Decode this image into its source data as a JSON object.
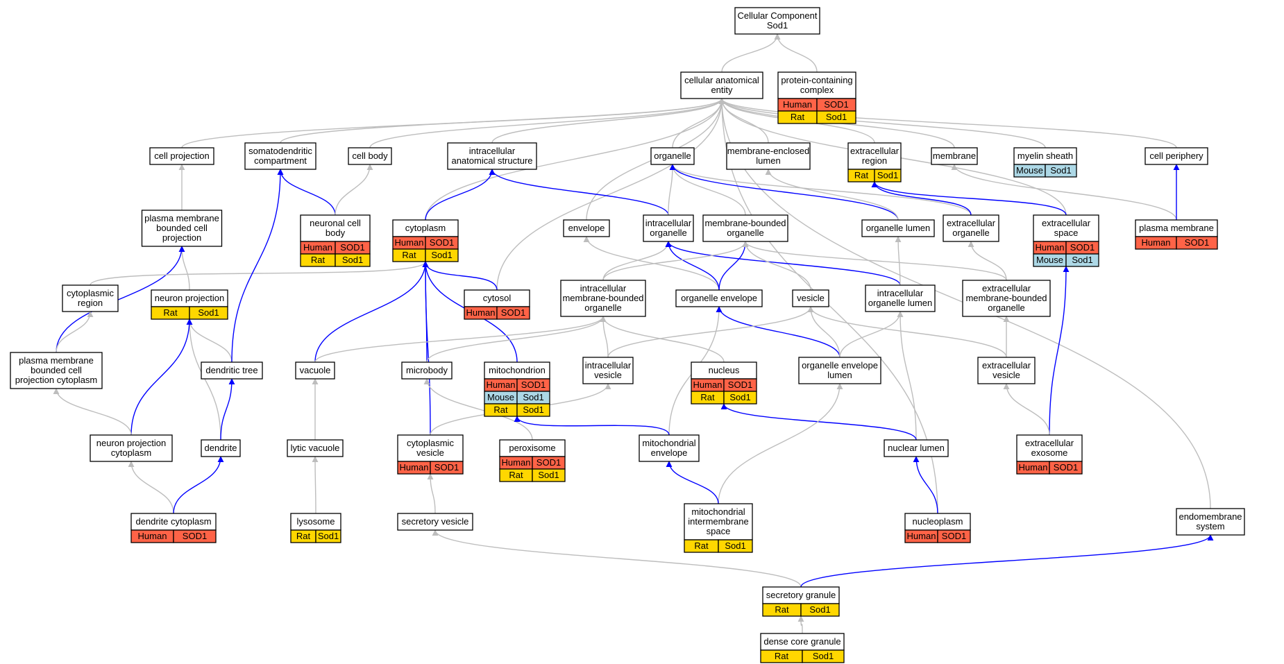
{
  "colors": {
    "Human": "#ff6347",
    "Rat": "#ffd700",
    "Mouse": "#add8e6",
    "edge_default": "#bdbdbd",
    "edge_highlight": "#0000ff"
  },
  "nodes": [
    {
      "id": "cc",
      "lines": [
        "Cellular Component",
        "Sod1"
      ],
      "annotations": []
    },
    {
      "id": "cae",
      "lines": [
        "cellular anatomical",
        "entity"
      ],
      "annotations": []
    },
    {
      "id": "pcc",
      "lines": [
        "protein-containing",
        "complex"
      ],
      "annotations": [
        {
          "species": "Human",
          "gene": "SOD1"
        },
        {
          "species": "Rat",
          "gene": "Sod1"
        }
      ]
    },
    {
      "id": "cellproj",
      "lines": [
        "cell projection"
      ],
      "annotations": []
    },
    {
      "id": "somato",
      "lines": [
        "somatodendritic",
        "compartment"
      ],
      "annotations": []
    },
    {
      "id": "cellbody",
      "lines": [
        "cell body"
      ],
      "annotations": []
    },
    {
      "id": "ias",
      "lines": [
        "intracellular",
        "anatomical structure"
      ],
      "annotations": []
    },
    {
      "id": "organelle",
      "lines": [
        "organelle"
      ],
      "annotations": []
    },
    {
      "id": "mel",
      "lines": [
        "membrane-enclosed",
        "lumen"
      ],
      "annotations": []
    },
    {
      "id": "extreg",
      "lines": [
        "extracellular",
        "region"
      ],
      "annotations": [
        {
          "species": "Rat",
          "gene": "Sod1"
        }
      ]
    },
    {
      "id": "membrane",
      "lines": [
        "membrane"
      ],
      "annotations": []
    },
    {
      "id": "myelin",
      "lines": [
        "myelin sheath"
      ],
      "annotations": [
        {
          "species": "Mouse",
          "gene": "Sod1"
        }
      ]
    },
    {
      "id": "cellperiph",
      "lines": [
        "cell periphery"
      ],
      "annotations": []
    },
    {
      "id": "pmbcp",
      "lines": [
        "plasma membrane",
        "bounded cell",
        "projection"
      ],
      "annotations": []
    },
    {
      "id": "ncb",
      "lines": [
        "neuronal cell",
        "body"
      ],
      "annotations": [
        {
          "species": "Human",
          "gene": "SOD1"
        },
        {
          "species": "Rat",
          "gene": "Sod1"
        }
      ]
    },
    {
      "id": "cytoplasm",
      "lines": [
        "cytoplasm"
      ],
      "annotations": [
        {
          "species": "Human",
          "gene": "SOD1"
        },
        {
          "species": "Rat",
          "gene": "Sod1"
        }
      ]
    },
    {
      "id": "envelope",
      "lines": [
        "envelope"
      ],
      "annotations": []
    },
    {
      "id": "io",
      "lines": [
        "intracellular",
        "organelle"
      ],
      "annotations": []
    },
    {
      "id": "mbo",
      "lines": [
        "membrane-bounded",
        "organelle"
      ],
      "annotations": []
    },
    {
      "id": "orglumen",
      "lines": [
        "organelle lumen"
      ],
      "annotations": []
    },
    {
      "id": "extorg",
      "lines": [
        "extracellular",
        "organelle"
      ],
      "annotations": []
    },
    {
      "id": "extspace",
      "lines": [
        "extracellular",
        "space"
      ],
      "annotations": [
        {
          "species": "Human",
          "gene": "SOD1"
        },
        {
          "species": "Mouse",
          "gene": "Sod1"
        }
      ]
    },
    {
      "id": "pm",
      "lines": [
        "plasma membrane"
      ],
      "annotations": [
        {
          "species": "Human",
          "gene": "SOD1"
        }
      ]
    },
    {
      "id": "cytoreg",
      "lines": [
        "cytoplasmic",
        "region"
      ],
      "annotations": []
    },
    {
      "id": "neuproj",
      "lines": [
        "neuron projection"
      ],
      "annotations": [
        {
          "species": "Rat",
          "gene": "Sod1"
        }
      ]
    },
    {
      "id": "cytosol",
      "lines": [
        "cytosol"
      ],
      "annotations": [
        {
          "species": "Human",
          "gene": "SOD1"
        }
      ]
    },
    {
      "id": "imbo",
      "lines": [
        "intracellular",
        "membrane-bounded",
        "organelle"
      ],
      "annotations": []
    },
    {
      "id": "orgenv",
      "lines": [
        "organelle envelope"
      ],
      "annotations": []
    },
    {
      "id": "vesicle",
      "lines": [
        "vesicle"
      ],
      "annotations": []
    },
    {
      "id": "iol",
      "lines": [
        "intracellular",
        "organelle lumen"
      ],
      "annotations": []
    },
    {
      "id": "embo",
      "lines": [
        "extracellular",
        "membrane-bounded",
        "organelle"
      ],
      "annotations": []
    },
    {
      "id": "pmbcpc",
      "lines": [
        "plasma membrane",
        "bounded cell",
        "projection cytoplasm"
      ],
      "annotations": []
    },
    {
      "id": "dtree",
      "lines": [
        "dendritic tree"
      ],
      "annotations": []
    },
    {
      "id": "vacuole",
      "lines": [
        "vacuole"
      ],
      "annotations": []
    },
    {
      "id": "microbody",
      "lines": [
        "microbody"
      ],
      "annotations": []
    },
    {
      "id": "mito",
      "lines": [
        "mitochondrion"
      ],
      "annotations": [
        {
          "species": "Human",
          "gene": "SOD1"
        },
        {
          "species": "Mouse",
          "gene": "Sod1"
        },
        {
          "species": "Rat",
          "gene": "Sod1"
        }
      ]
    },
    {
      "id": "ivesicle",
      "lines": [
        "intracellular",
        "vesicle"
      ],
      "annotations": []
    },
    {
      "id": "nucleus",
      "lines": [
        "nucleus"
      ],
      "annotations": [
        {
          "species": "Human",
          "gene": "SOD1"
        },
        {
          "species": "Rat",
          "gene": "Sod1"
        }
      ]
    },
    {
      "id": "oel",
      "lines": [
        "organelle envelope",
        "lumen"
      ],
      "annotations": []
    },
    {
      "id": "extves",
      "lines": [
        "extracellular",
        "vesicle"
      ],
      "annotations": []
    },
    {
      "id": "npc",
      "lines": [
        "neuron projection",
        "cytoplasm"
      ],
      "annotations": []
    },
    {
      "id": "dendrite",
      "lines": [
        "dendrite"
      ],
      "annotations": []
    },
    {
      "id": "lytvac",
      "lines": [
        "lytic vacuole"
      ],
      "annotations": []
    },
    {
      "id": "cytoves",
      "lines": [
        "cytoplasmic",
        "vesicle"
      ],
      "annotations": [
        {
          "species": "Human",
          "gene": "SOD1"
        }
      ]
    },
    {
      "id": "perox",
      "lines": [
        "peroxisome"
      ],
      "annotations": [
        {
          "species": "Human",
          "gene": "SOD1"
        },
        {
          "species": "Rat",
          "gene": "Sod1"
        }
      ]
    },
    {
      "id": "mitoenv",
      "lines": [
        "mitochondrial",
        "envelope"
      ],
      "annotations": []
    },
    {
      "id": "nuclumen",
      "lines": [
        "nuclear lumen"
      ],
      "annotations": []
    },
    {
      "id": "exo",
      "lines": [
        "extracellular",
        "exosome"
      ],
      "annotations": [
        {
          "species": "Human",
          "gene": "SOD1"
        }
      ]
    },
    {
      "id": "dcyto",
      "lines": [
        "dendrite cytoplasm"
      ],
      "annotations": [
        {
          "species": "Human",
          "gene": "SOD1"
        }
      ]
    },
    {
      "id": "lyso",
      "lines": [
        "lysosome"
      ],
      "annotations": [
        {
          "species": "Rat",
          "gene": "Sod1"
        }
      ]
    },
    {
      "id": "secves",
      "lines": [
        "secretory vesicle"
      ],
      "annotations": []
    },
    {
      "id": "mis",
      "lines": [
        "mitochondrial",
        "intermembrane",
        "space"
      ],
      "annotations": [
        {
          "species": "Rat",
          "gene": "Sod1"
        }
      ]
    },
    {
      "id": "nucleoplasm",
      "lines": [
        "nucleoplasm"
      ],
      "annotations": [
        {
          "species": "Human",
          "gene": "SOD1"
        }
      ]
    },
    {
      "id": "endo",
      "lines": [
        "endomembrane",
        "system"
      ],
      "annotations": []
    },
    {
      "id": "secgran",
      "lines": [
        "secretory granule"
      ],
      "annotations": [
        {
          "species": "Rat",
          "gene": "Sod1"
        }
      ]
    },
    {
      "id": "dcg",
      "lines": [
        "dense core granule"
      ],
      "annotations": [
        {
          "species": "Rat",
          "gene": "Sod1"
        }
      ]
    }
  ],
  "edges": [
    {
      "from": "cae",
      "to": "cc",
      "highlight": false
    },
    {
      "from": "pcc",
      "to": "cc",
      "highlight": false
    },
    {
      "from": "cellproj",
      "to": "cae",
      "highlight": false
    },
    {
      "from": "somato",
      "to": "cae",
      "highlight": false
    },
    {
      "from": "cellbody",
      "to": "cae",
      "highlight": false
    },
    {
      "from": "ias",
      "to": "cae",
      "highlight": false
    },
    {
      "from": "organelle",
      "to": "cae",
      "highlight": false
    },
    {
      "from": "mel",
      "to": "cae",
      "highlight": false
    },
    {
      "from": "extreg",
      "to": "cae",
      "highlight": false
    },
    {
      "from": "membrane",
      "to": "cae",
      "highlight": false
    },
    {
      "from": "myelin",
      "to": "cae",
      "highlight": false
    },
    {
      "from": "cellperiph",
      "to": "cae",
      "highlight": false
    },
    {
      "from": "cytoplasm",
      "to": "cae",
      "highlight": false
    },
    {
      "from": "envelope",
      "to": "cae",
      "highlight": false
    },
    {
      "from": "cytosol",
      "to": "cae",
      "highlight": false
    },
    {
      "from": "extspace",
      "to": "cae",
      "highlight": false
    },
    {
      "from": "endo",
      "to": "cae",
      "highlight": false
    },
    {
      "from": "nucleoplasm",
      "to": "cae",
      "highlight": false
    },
    {
      "from": "pmbcp",
      "to": "cellproj",
      "highlight": false
    },
    {
      "from": "ncb",
      "to": "somato",
      "highlight": true
    },
    {
      "from": "ncb",
      "to": "cellbody",
      "highlight": false
    },
    {
      "from": "cytoplasm",
      "to": "ias",
      "highlight": true
    },
    {
      "from": "io",
      "to": "ias",
      "highlight": true
    },
    {
      "from": "io",
      "to": "organelle",
      "highlight": false
    },
    {
      "from": "mbo",
      "to": "organelle",
      "highlight": false
    },
    {
      "from": "extorg",
      "to": "organelle",
      "highlight": false
    },
    {
      "from": "orglumen",
      "to": "organelle",
      "highlight": true
    },
    {
      "from": "orglumen",
      "to": "mel",
      "highlight": false
    },
    {
      "from": "extspace",
      "to": "extreg",
      "highlight": true
    },
    {
      "from": "extorg",
      "to": "extreg",
      "highlight": true
    },
    {
      "from": "pm",
      "to": "membrane",
      "highlight": false
    },
    {
      "from": "pm",
      "to": "cellperiph",
      "highlight": true
    },
    {
      "from": "neuproj",
      "to": "pmbcp",
      "highlight": false
    },
    {
      "from": "pmbcpc",
      "to": "pmbcp",
      "highlight": true
    },
    {
      "from": "cytoreg",
      "to": "cytoplasm",
      "highlight": false
    },
    {
      "from": "cytosol",
      "to": "cytoplasm",
      "highlight": true
    },
    {
      "from": "vacuole",
      "to": "cytoplasm",
      "highlight": true
    },
    {
      "from": "microbody",
      "to": "cytoplasm",
      "highlight": true
    },
    {
      "from": "mito",
      "to": "cytoplasm",
      "highlight": true
    },
    {
      "from": "cytoves",
      "to": "cytoplasm",
      "highlight": true
    },
    {
      "from": "orgenv",
      "to": "envelope",
      "highlight": false
    },
    {
      "from": "imbo",
      "to": "io",
      "highlight": false
    },
    {
      "from": "orgenv",
      "to": "io",
      "highlight": true
    },
    {
      "from": "iol",
      "to": "io",
      "highlight": true
    },
    {
      "from": "imbo",
      "to": "mbo",
      "highlight": false
    },
    {
      "from": "orgenv",
      "to": "mbo",
      "highlight": true
    },
    {
      "from": "vesicle",
      "to": "mbo",
      "highlight": false
    },
    {
      "from": "embo",
      "to": "mbo",
      "highlight": false
    },
    {
      "from": "iol",
      "to": "orglumen",
      "highlight": false
    },
    {
      "from": "embo",
      "to": "extorg",
      "highlight": false
    },
    {
      "from": "exo",
      "to": "extspace",
      "highlight": true
    },
    {
      "from": "pmbcpc",
      "to": "cytoreg",
      "highlight": false
    },
    {
      "from": "dtree",
      "to": "neuproj",
      "highlight": false
    },
    {
      "from": "dendrite",
      "to": "neuproj",
      "highlight": false
    },
    {
      "from": "npc",
      "to": "neuproj",
      "highlight": true
    },
    {
      "from": "vacuole",
      "to": "imbo",
      "highlight": false
    },
    {
      "from": "microbody",
      "to": "imbo",
      "highlight": false
    },
    {
      "from": "ivesicle",
      "to": "imbo",
      "highlight": false
    },
    {
      "from": "nucleus",
      "to": "imbo",
      "highlight": false
    },
    {
      "from": "mitoenv",
      "to": "orgenv",
      "highlight": false
    },
    {
      "from": "oel",
      "to": "orgenv",
      "highlight": true
    },
    {
      "from": "ivesicle",
      "to": "vesicle",
      "highlight": false
    },
    {
      "from": "oel",
      "to": "vesicle",
      "highlight": false
    },
    {
      "from": "extves",
      "to": "vesicle",
      "highlight": false
    },
    {
      "from": "oel",
      "to": "iol",
      "highlight": false
    },
    {
      "from": "nuclumen",
      "to": "iol",
      "highlight": false
    },
    {
      "from": "extves",
      "to": "embo",
      "highlight": false
    },
    {
      "from": "npc",
      "to": "pmbcpc",
      "highlight": false
    },
    {
      "from": "dendrite",
      "to": "dtree",
      "highlight": true
    },
    {
      "from": "dtree",
      "to": "somato",
      "highlight": true
    },
    {
      "from": "lytvac",
      "to": "vacuole",
      "highlight": false
    },
    {
      "from": "perox",
      "to": "microbody",
      "highlight": false
    },
    {
      "from": "cytoves",
      "to": "ivesicle",
      "highlight": false
    },
    {
      "from": "mitoenv",
      "to": "mito",
      "highlight": true
    },
    {
      "from": "nuclumen",
      "to": "nucleus",
      "highlight": true
    },
    {
      "from": "mis",
      "to": "oel",
      "highlight": false
    },
    {
      "from": "exo",
      "to": "extves",
      "highlight": false
    },
    {
      "from": "dcyto",
      "to": "npc",
      "highlight": false
    },
    {
      "from": "dcyto",
      "to": "dendrite",
      "highlight": true
    },
    {
      "from": "lyso",
      "to": "lytvac",
      "highlight": false
    },
    {
      "from": "secves",
      "to": "cytoves",
      "highlight": false
    },
    {
      "from": "mis",
      "to": "mitoenv",
      "highlight": true
    },
    {
      "from": "nucleoplasm",
      "to": "nuclumen",
      "highlight": true
    },
    {
      "from": "secgran",
      "to": "secves",
      "highlight": false
    },
    {
      "from": "secgran",
      "to": "endo",
      "highlight": true
    },
    {
      "from": "dcg",
      "to": "secgran",
      "highlight": false
    }
  ]
}
